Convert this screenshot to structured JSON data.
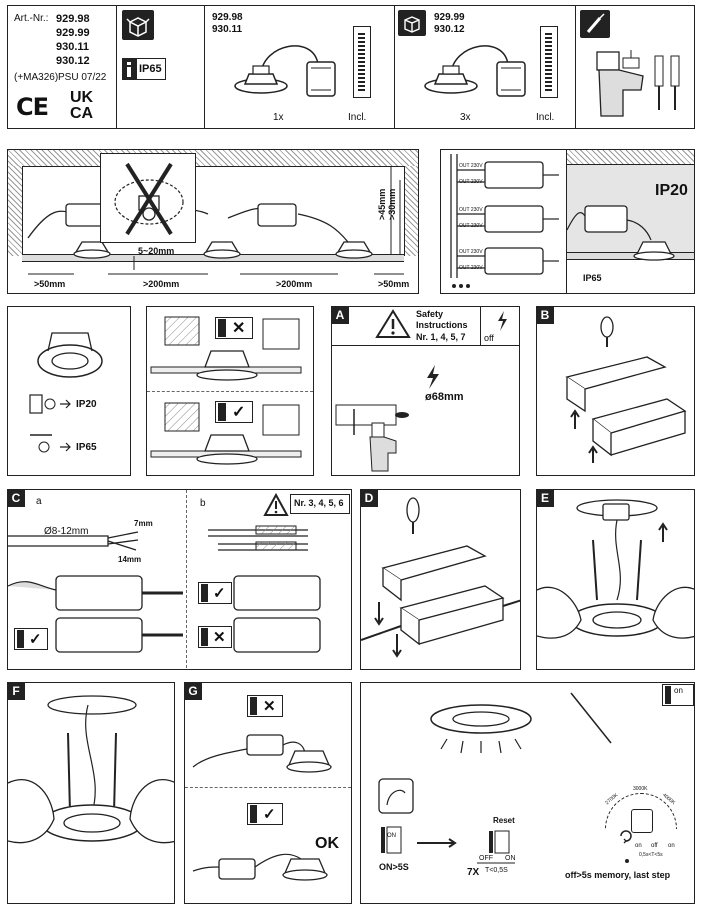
{
  "header": {
    "art_label": "Art.-Nr.:",
    "art_numbers": [
      "929.98",
      "929.99",
      "930.11",
      "930.12"
    ],
    "ma_note": "(+MA326)",
    "psu_date": "PSU 07/22",
    "ce_mark": "CE",
    "ukca_top": "UK",
    "ukca_bottom": "CA",
    "ip_rating": "IP65",
    "kit1_numbers": [
      "929.98",
      "930.11"
    ],
    "kit1_qty": "1x",
    "kit1_incl": "Incl.",
    "kit2_numbers": [
      "929.99",
      "930.12"
    ],
    "kit2_qty": "3x",
    "kit2_incl": "Incl."
  },
  "installation": {
    "dim_spacing_end": ">50mm",
    "dim_spacing_mid1": ">200mm",
    "dim_spacing_mid2": ">200mm",
    "dim_spacing_end2": ">50mm",
    "dim_gap": "5~20mm",
    "dim_depth1": ">45mm",
    "dim_depth2": ">30mm",
    "out_labels": [
      "OUT 230V",
      "OUT 230V",
      "OUT 230V",
      "OUT 230V",
      "OUT 230V",
      "OUT 230V"
    ],
    "ip20_label": "IP20",
    "ip65_label": "IP65"
  },
  "steps": {
    "ip_row1": "IP20",
    "ip_row2": "IP65",
    "A": {
      "tag": "A",
      "safety_title": "Safety",
      "safety_sub": "Instructions",
      "safety_refs": "Nr. 1, 4, 5, 7",
      "off_label": "off",
      "hole_diameter": "ø68mm"
    },
    "B": {
      "tag": "B"
    },
    "C": {
      "tag": "C",
      "sub_a": "a",
      "sub_b": "b",
      "cable_dia": "Ø8-12mm",
      "strip1": "7mm",
      "strip2": "14mm",
      "refs": "Nr. 3, 4, 5, 6"
    },
    "D": {
      "tag": "D"
    },
    "E": {
      "tag": "E"
    },
    "F": {
      "tag": "F"
    },
    "G": {
      "tag": "G",
      "ok": "OK"
    },
    "final": {
      "on_label": "on",
      "switch_on": "ON",
      "on_hold": "ON>5S",
      "reset_title": "Reset",
      "reset_count": "7X",
      "reset_off": "OFF",
      "reset_on": "ON",
      "reset_time": "T<0,5S",
      "cycle_off": "off",
      "cycle_on": "on",
      "cycle_time": "0,5s<T<5s",
      "cycle_modes": [
        "2700K",
        "3000K",
        "4000K"
      ],
      "memory_note": "off>5s memory, last step"
    }
  }
}
